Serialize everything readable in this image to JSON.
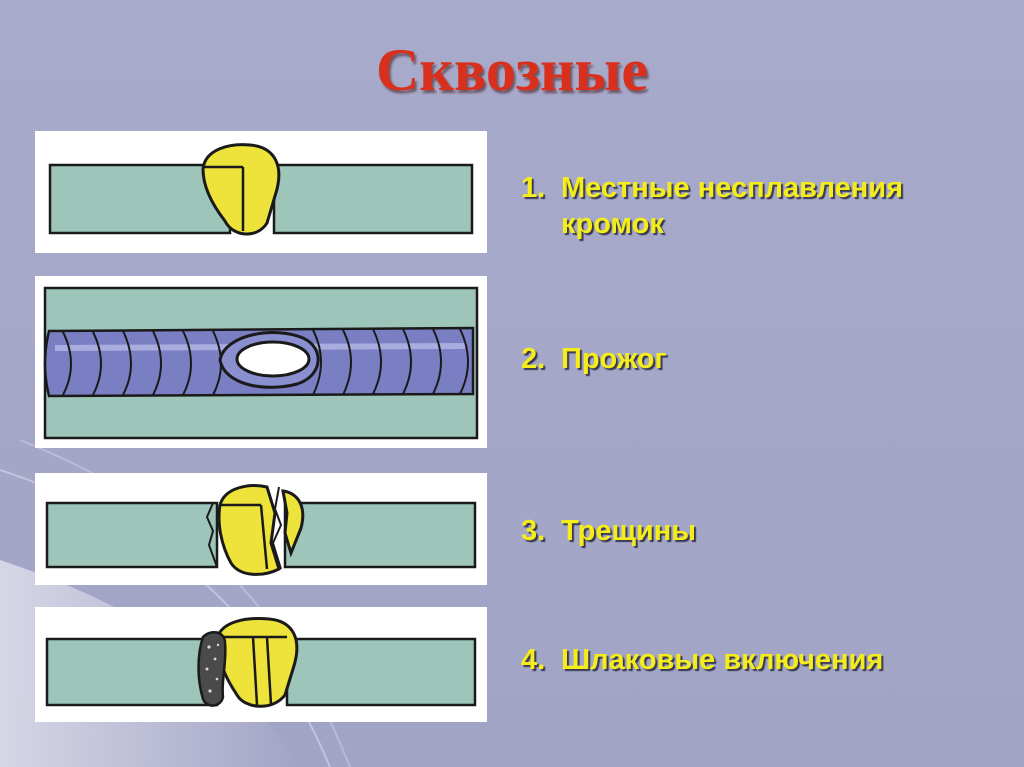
{
  "title": "Сквозные",
  "items": [
    {
      "num": "1.",
      "line1": "Местные несплавления",
      "line2": "кромок"
    },
    {
      "num": "2.",
      "line1": "Прожог"
    },
    {
      "num": "3.",
      "line1": "Трещины"
    },
    {
      "num": "4.",
      "line1": "Шлаковые включения"
    }
  ],
  "colors": {
    "title": "#d8301c",
    "text": "#f5ed1a",
    "plate": "#9dc5b9",
    "weld": "#ede33b",
    "bead": "#7a7fc4",
    "background": "#a8aacb"
  },
  "illustrations": [
    "lack-of-fusion-diagram",
    "burn-through-diagram",
    "crack-diagram",
    "slag-inclusion-diagram"
  ]
}
